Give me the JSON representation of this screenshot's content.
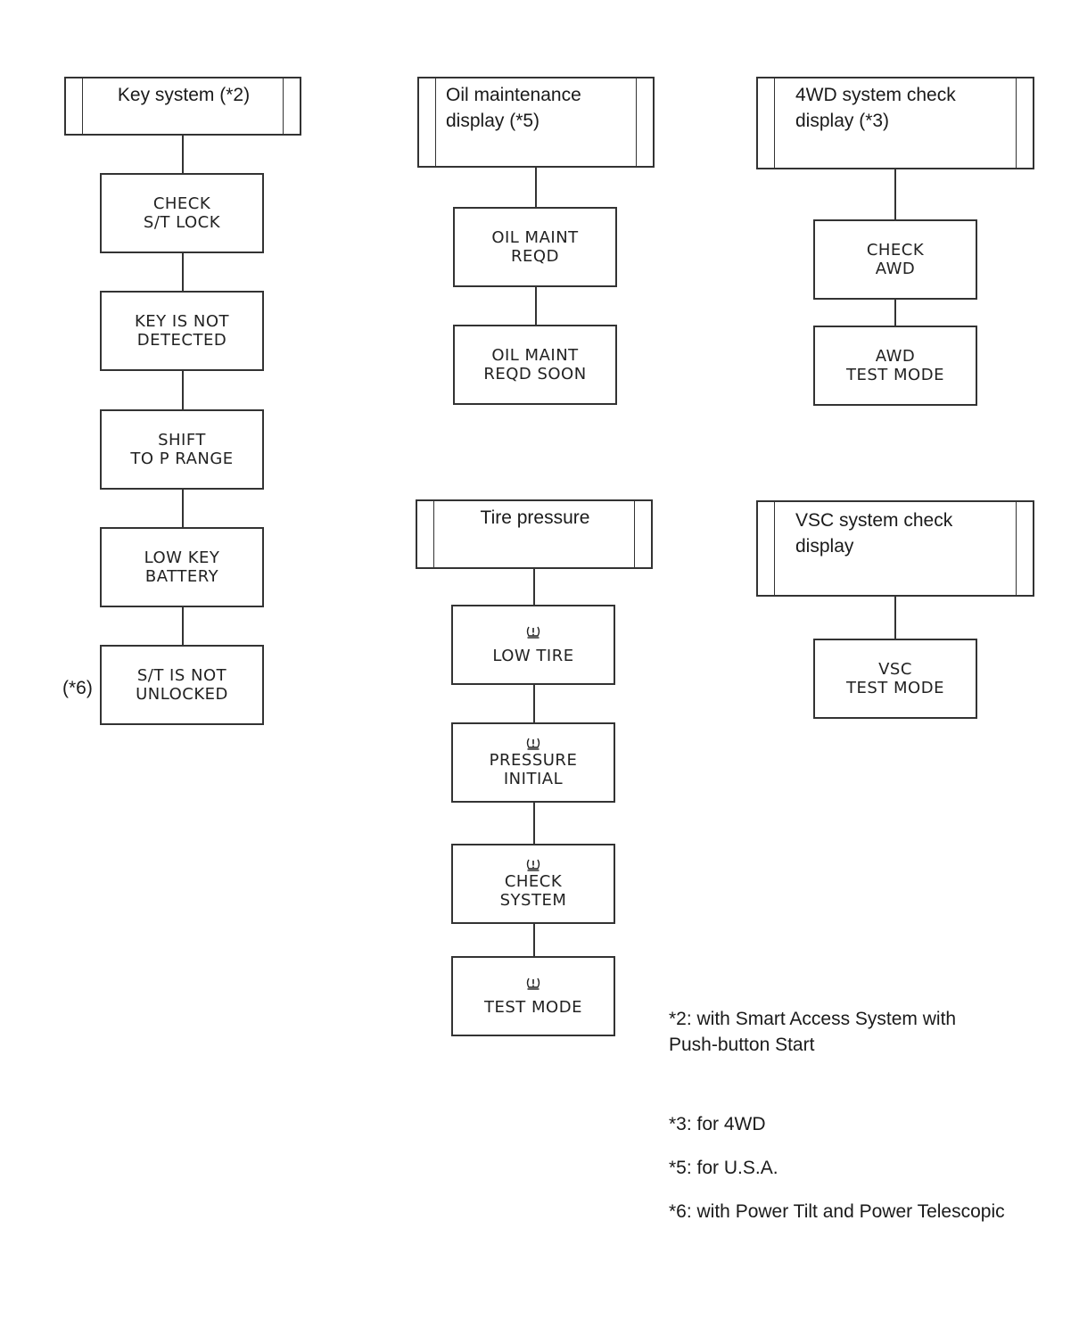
{
  "columns": {
    "key_system": {
      "header": "Key system (*2)",
      "items": [
        "CHECK\nS/T LOCK",
        "KEY IS NOT\nDETECTED",
        "SHIFT\nTO P RANGE",
        "LOW  KEY\nBATTERY",
        "S/T IS NOT\nUNLOCKED"
      ],
      "last_item_note": "(*6)"
    },
    "oil_maintenance": {
      "header": "Oil maintenance\ndisplay (*5)",
      "items": [
        "OIL MAINT\nREQD",
        "OIL MAINT\nREQD SOON"
      ]
    },
    "four_wd": {
      "header": "4WD system check\ndisplay (*3)",
      "items": [
        "CHECK\nAWD",
        "AWD\nTEST MODE"
      ]
    },
    "tire_pressure": {
      "header": "Tire pressure",
      "items": [
        "LOW TIRE",
        "PRESSURE\nINITIAL",
        "CHECK\nSYSTEM",
        "TEST MODE"
      ],
      "item_icon": "tpms-warning-icon"
    },
    "vsc": {
      "header": "VSC system check\ndisplay",
      "items": [
        "VSC\nTEST MODE"
      ]
    }
  },
  "notes": [
    "*2: with Smart Access System with\nPush-button Start",
    "*3: for 4WD",
    "*5: for U.S.A.",
    "*6: with Power Tilt and Power Telescopic"
  ],
  "colors": {
    "line": "#333333",
    "text": "#1a1a1a",
    "background": "#ffffff"
  }
}
